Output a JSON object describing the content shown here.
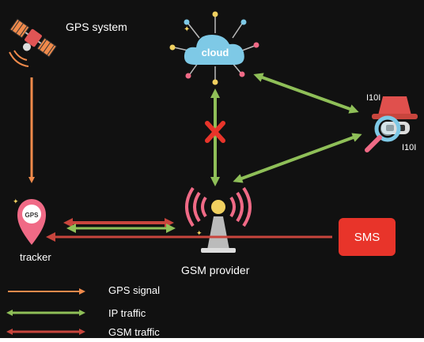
{
  "labels": {
    "gps_system": "GPS system",
    "cloud": "cloud",
    "gps_pin": "GPS",
    "tracker": "tracker",
    "gsm_provider": "GSM provider",
    "sms": "SMS",
    "binary_top": "I10I",
    "binary_right": "I10I"
  },
  "legend": {
    "gps_signal": "GPS signal",
    "ip_traffic": "IP traffic",
    "gsm_traffic": "GSM traffic"
  },
  "colors": {
    "background": "#111111",
    "gps_signal": "#f08a4b",
    "ip_traffic": "#8fbf58",
    "gsm_traffic": "#c8453d",
    "blocked": "#e8342a",
    "sms_box": "#e8342a",
    "cloud": "#7ec9e6",
    "tracker_pin": "#f06a86",
    "antenna": "#f06a86",
    "spy_hat": "#e0504d"
  },
  "icons": [
    "satellite-icon",
    "cloud-icon",
    "spy-icon",
    "gps-pin-icon",
    "cell-tower-icon",
    "blocked-x-icon"
  ]
}
